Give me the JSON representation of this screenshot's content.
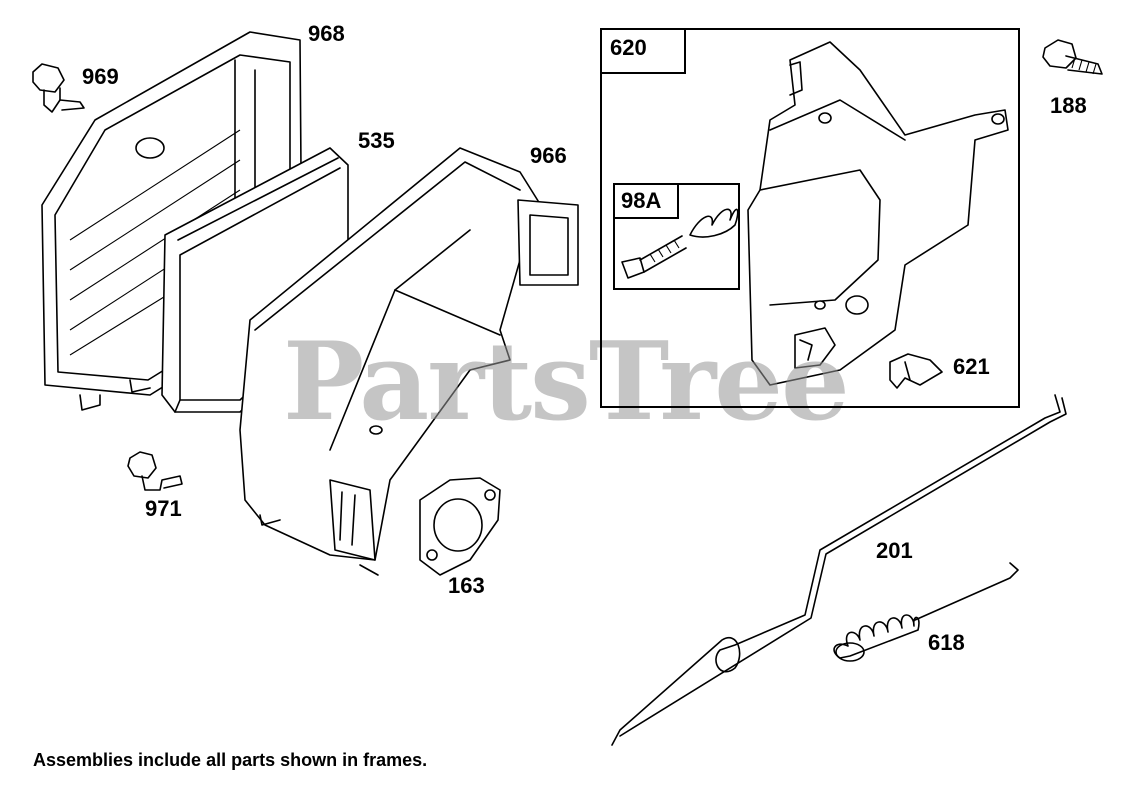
{
  "labels": {
    "p968": "968",
    "p969": "969",
    "p535": "535",
    "p966": "966",
    "p620": "620",
    "p188": "188",
    "p98a": "98A",
    "p621": "621",
    "p971": "971",
    "p163": "163",
    "p201": "201",
    "p618": "618"
  },
  "watermark": "PartsTree",
  "footer_note": "Assemblies include all parts shown in frames."
}
